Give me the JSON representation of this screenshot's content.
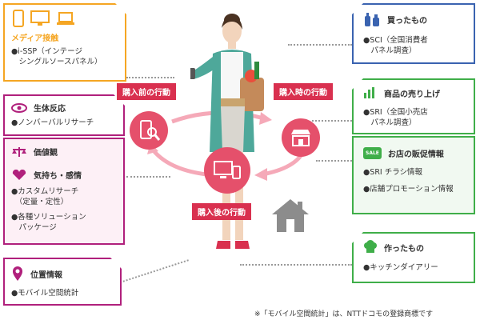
{
  "left_boxes": {
    "media": {
      "title": "メディア接触",
      "items": [
        "●i-SSP（インテージ",
        "　シングルソースパネル）"
      ]
    },
    "bio": {
      "title": "生体反応",
      "items": [
        "●ノンバーバルリサーチ"
      ]
    },
    "values": {
      "title": "価値観"
    },
    "feelings": {
      "title": "気持ち・感情",
      "items": [
        "●カスタムリサーチ",
        "　（定量・定性）",
        "●各種ソリューション",
        "　パッケージ"
      ]
    },
    "location": {
      "title": "位置情報",
      "items": [
        "●モバイル空間統計"
      ]
    }
  },
  "right_boxes": {
    "bought": {
      "title": "買ったもの",
      "items": [
        "●SCI（全国消費者",
        "　パネル調査）"
      ]
    },
    "sales": {
      "title": "商品の売り上げ",
      "items": [
        "●SRI（全国小売店",
        "　パネル調査）"
      ]
    },
    "promo": {
      "title": "お店の販促情報",
      "sale_badge": "SALE",
      "items": [
        "●SRI チラシ情報",
        "●店舗プロモーション情報"
      ]
    },
    "made": {
      "title": "作ったもの",
      "items": [
        "●キッチンダイアリー"
      ]
    }
  },
  "stages": {
    "before": "購入前の行動",
    "during": "購入時の行動",
    "after": "購入後の行動"
  },
  "footnote": "※「モバイル空間統計」は、NTTドコモの登録商標です",
  "colors": {
    "orange": "#f5a623",
    "magenta": "#b0207c",
    "blue": "#3a63b0",
    "green": "#3fae49",
    "pink": "#e5506b",
    "red": "#d9304f"
  }
}
